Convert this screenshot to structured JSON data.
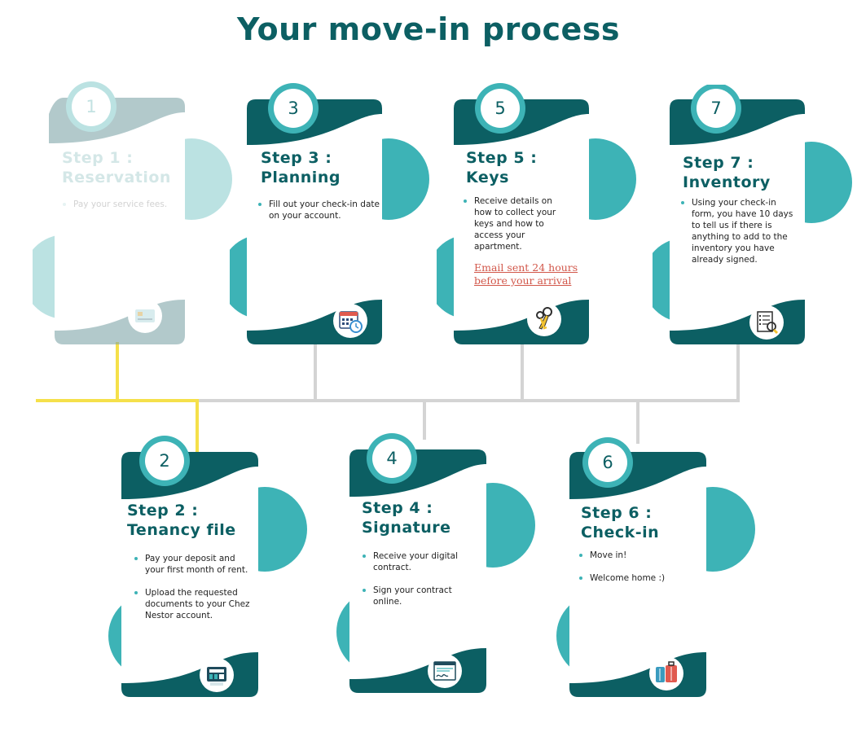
{
  "title": "Your move-in process",
  "colors": {
    "primary": "#0c5f63",
    "accent": "#3db3b6",
    "connector_active": "#f5e04a",
    "connector_default": "#d4d4d4",
    "note": "#d2574a"
  },
  "steps": {
    "s1": {
      "number": "1",
      "title_line1": "Step 1 :",
      "title_line2": "Reservation",
      "bullets": [
        "Pay your service fees."
      ],
      "icon": "credit-card-icon",
      "status": "faded"
    },
    "s2": {
      "number": "2",
      "title_line1": "Step 2 :",
      "title_line2": "Tenancy file",
      "bullets": [
        "Pay your deposit and your first month of rent.",
        "Upload the requested documents to your Chez Nestor account."
      ],
      "icon": "file-folder-icon"
    },
    "s3": {
      "number": "3",
      "title_line1": "Step 3 :",
      "title_line2": "Planning",
      "bullets": [
        "Fill out your check-in date on your account."
      ],
      "icon": "calendar-clock-icon"
    },
    "s4": {
      "number": "4",
      "title_line1": "Step 4 :",
      "title_line2": "Signature",
      "bullets": [
        "Receive your digital contract.",
        "Sign your contract online."
      ],
      "icon": "signed-contract-icon"
    },
    "s5": {
      "number": "5",
      "title_line1": "Step 5 :",
      "title_line2": "Keys",
      "bullets": [
        "Receive details on how to collect your keys and how to access your apartment."
      ],
      "note": "Email sent 24 hours before your arrival",
      "icon": "keys-icon"
    },
    "s6": {
      "number": "6",
      "title_line1": "Step 6 :",
      "title_line2": "Check-in",
      "bullets": [
        "Move in!",
        "Welcome home :)"
      ],
      "icon": "luggage-icon"
    },
    "s7": {
      "number": "7",
      "title_line1": "Step 7 :",
      "title_line2": "Inventory",
      "bullets": [
        "Using your check-in form, you have 10 days to tell us if there is anything to add to the inventory you have already signed."
      ],
      "icon": "inventory-checklist-icon"
    }
  }
}
